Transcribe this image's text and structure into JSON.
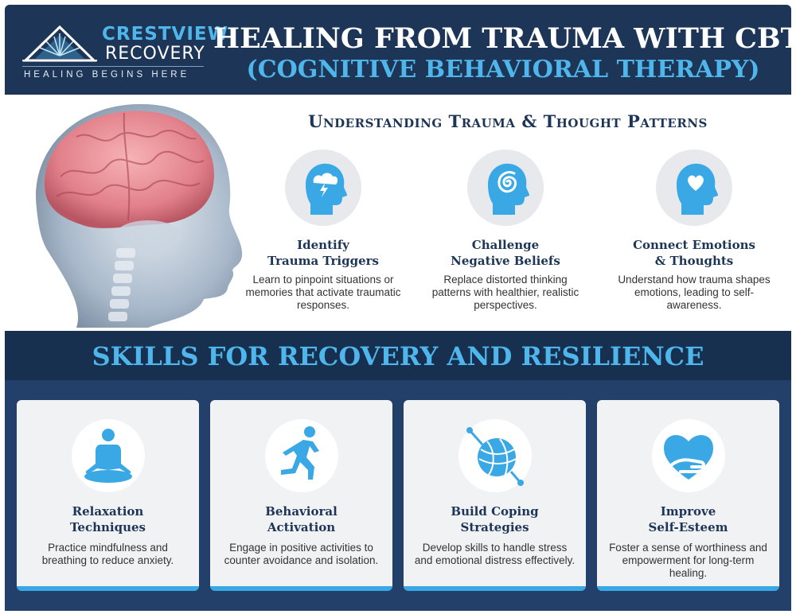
{
  "header": {
    "logo_name_top": "CRESTVIEW",
    "logo_name_bottom": "RECOVERY",
    "logo_tagline": "HEALING BEGINS HERE",
    "title_line1": "HEALING FROM TRAUMA WITH CBT",
    "title_line2": "(COGNITIVE BEHAVIORAL THERAPY)"
  },
  "colors": {
    "navy": "#1d3557",
    "accent_blue": "#4fb6ec",
    "icon_blue": "#3aa8e4",
    "brain_pink": "#e88a93"
  },
  "understanding": {
    "title": "Understanding Trauma & Thought Patterns",
    "items": [
      {
        "icon": "head-lightning-cloud-icon",
        "title_line1": "Identify",
        "title_line2": "Trauma Triggers",
        "desc": "Learn to pinpoint situations or memories that activate traumatic responses."
      },
      {
        "icon": "head-spiral-icon",
        "title_line1": "Challenge",
        "title_line2": "Negative Beliefs",
        "desc": "Replace distorted thinking patterns with healthier, realistic perspectives."
      },
      {
        "icon": "head-heart-icon",
        "title_line1": "Connect Emotions",
        "title_line2": "& Thoughts",
        "desc": "Understand how trauma shapes emotions, leading to self-awareness."
      }
    ]
  },
  "skills": {
    "title": "SKILLS FOR RECOVERY AND RESILIENCE",
    "cards": [
      {
        "icon": "meditation-icon",
        "title_line1": "Relaxation",
        "title_line2": "Techniques",
        "desc": "Practice mindfulness and breathing to reduce anxiety."
      },
      {
        "icon": "runner-icon",
        "title_line1": "Behavioral",
        "title_line2": "Activation",
        "desc": "Engage in positive activities to counter avoidance and isolation."
      },
      {
        "icon": "yarn-ball-icon",
        "title_line1": "Build Coping",
        "title_line2": "Strategies",
        "desc": "Develop skills to handle stress and emotional distress effectively."
      },
      {
        "icon": "heart-hand-icon",
        "title_line1": "Improve",
        "title_line2": "Self-Esteem",
        "desc": "Foster a sense of worthiness and empowerment for long-term healing."
      }
    ]
  }
}
